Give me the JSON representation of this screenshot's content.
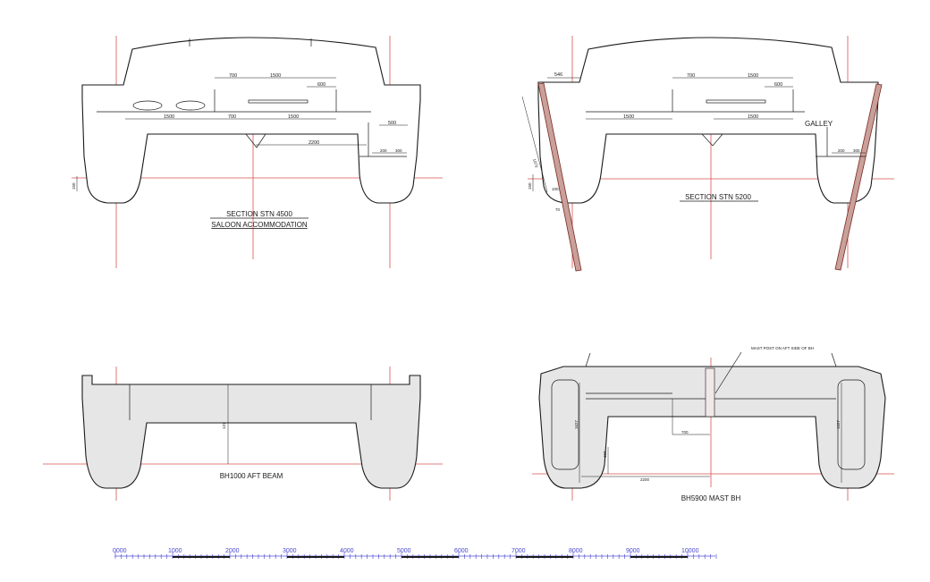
{
  "sections": {
    "stn4500": {
      "title": "SECTION STN 4500",
      "subtitle": "SALOON ACCOMMODATION",
      "dims": [
        "700",
        "1500",
        "600",
        "1500",
        "700",
        "1500",
        "2200",
        "500",
        "200",
        "300",
        "150"
      ]
    },
    "stn5200": {
      "title": "SECTION STN 5200",
      "label": "GALLEY",
      "dims": [
        "546",
        "700",
        "1500",
        "600",
        "1500",
        "1500",
        "200",
        "300",
        "150",
        "100",
        "70",
        "1070"
      ]
    },
    "bh1000": {
      "title": "BH1000 AFT BEAM",
      "dims": [
        "137"
      ]
    },
    "bh5900": {
      "title": "BH5900 MAST BH",
      "note": "MAST POST ON AFT SIDE OF BH",
      "dims": [
        "700",
        "1627",
        "1627",
        "150",
        "2200"
      ]
    }
  },
  "scale": {
    "labels": [
      "0000",
      "1000",
      "2000",
      "3000",
      "4000",
      "5000",
      "6000",
      "7000",
      "8000",
      "9000",
      "10000"
    ],
    "colors": {
      "scale": "#5555d8",
      "reference_lines": "#d9534f"
    }
  }
}
